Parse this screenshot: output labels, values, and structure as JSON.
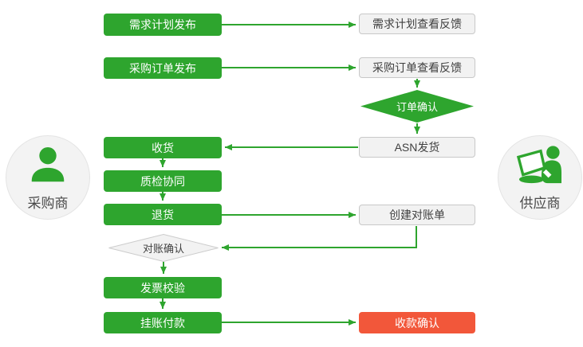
{
  "actors": {
    "buyer": "采购商",
    "supplier": "供应商"
  },
  "nodes": {
    "demand_plan_publish": "需求计划发布",
    "demand_plan_feedback": "需求计划查看反馈",
    "purchase_order_publish": "采购订单发布",
    "purchase_order_feedback": "采购订单查看反馈",
    "order_confirm": "订单确认",
    "asn_shipping": "ASN发货",
    "receiving": "收货",
    "quality_inspection": "质检协同",
    "return_goods": "退货",
    "create_statement": "创建对账单",
    "statement_confirm": "对账确认",
    "invoice_verification": "发票校验",
    "payment_on_account": "挂账付款",
    "payment_receipt_confirm": "收款确认"
  },
  "flow": [
    {
      "from": "demand_plan_publish",
      "to": "demand_plan_feedback"
    },
    {
      "from": "purchase_order_publish",
      "to": "purchase_order_feedback"
    },
    {
      "from": "purchase_order_feedback",
      "to": "order_confirm"
    },
    {
      "from": "order_confirm",
      "to": "asn_shipping"
    },
    {
      "from": "asn_shipping",
      "to": "receiving"
    },
    {
      "from": "receiving",
      "to": "quality_inspection"
    },
    {
      "from": "quality_inspection",
      "to": "return_goods"
    },
    {
      "from": "return_goods",
      "to": "create_statement"
    },
    {
      "from": "create_statement",
      "to": "statement_confirm"
    },
    {
      "from": "statement_confirm",
      "to": "invoice_verification"
    },
    {
      "from": "invoice_verification",
      "to": "payment_on_account"
    },
    {
      "from": "payment_on_account",
      "to": "payment_receipt_confirm"
    }
  ],
  "colors": {
    "process_green": "#2ea52e",
    "highlight_red": "#f2573a",
    "light_node_bg": "#f2f2f2",
    "light_node_border": "#c8c8c8",
    "circle_bg": "#f3f3f3",
    "text_dark": "#404040",
    "text_light": "#ffffff"
  }
}
